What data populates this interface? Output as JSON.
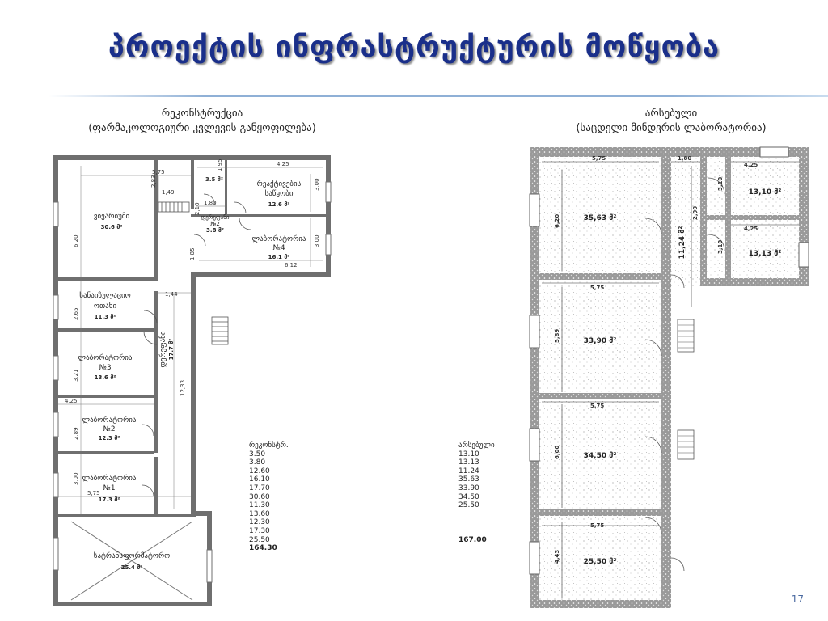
{
  "title": "პროექტის ინფრასტრუქტურის მოწყობა",
  "left": {
    "caption_line1": "რეკონსტრუქცია",
    "caption_line2": "(ფარმაკოლოგიური კვლევის განყოფილება)",
    "rooms": {
      "vivarium": {
        "name": "ვივარიუმი",
        "area": "30.6 მ²"
      },
      "reagents": {
        "name1": "რეაქტივების",
        "name2": "საწყობი",
        "area": "12.6 მ²"
      },
      "corridor2": {
        "name1": "დერეფანი",
        "name2": "№2",
        "area": "3.8 მ²"
      },
      "lab4": {
        "name1": "ლაბორატორია",
        "name2": "№4",
        "area": "16.1 მ²"
      },
      "sanitation": {
        "name1": "სანაიზულაციო",
        "name2": "ოთახი",
        "area": "11.3 მ²"
      },
      "corridor": {
        "name": "დერეფანი",
        "area": "17.7 მ²"
      },
      "lab3": {
        "name1": "ლაბორატორია",
        "name2": "№3",
        "area": "13.6 მ²"
      },
      "lab2": {
        "name1": "ლაბორატორია",
        "name2": "№2",
        "area": "12.3 მ²"
      },
      "lab1": {
        "name1": "ლაბორატორია",
        "name2": "№1",
        "area": "17.3 მ²"
      },
      "transformer": {
        "name": "სატრანსფორმატორო",
        "area": "25.4 მ²"
      }
    },
    "dims": [
      "5,75",
      "4,25",
      "3.5 მ²",
      "1,95",
      "2,83",
      "1,49",
      "3,00",
      "1,80",
      "2,10",
      "6,20",
      "1,85",
      "3,00",
      "6,12",
      "1,44",
      "2,65",
      "12,33",
      "3,21",
      "4,25",
      "2,89",
      "3,00",
      "5,75"
    ],
    "list_header": "რეკონსტრ.",
    "list": [
      "3.50",
      "3.80",
      "12.60",
      "16.10",
      "17.70",
      "30.60",
      "11.30",
      "13.60",
      "12.30",
      "17.30",
      "25.50"
    ],
    "list_total": "164.30"
  },
  "right": {
    "caption_line1": "არსებული",
    "caption_line2": "(საცდელი მინდვრის ლაბორატორია)",
    "rooms": [
      "35,63 მ²",
      "33,90 მ²",
      "34,50 მ²",
      "25,50 მ²",
      "13,10 მ²",
      "13,13 მ²",
      "11,24 მ²"
    ],
    "dims": [
      "5,75",
      "1,80",
      "4,25",
      "6,20",
      "3,10",
      "2,99",
      "4,25",
      "3,10",
      "5,75",
      "5,89",
      "5,75",
      "6,00",
      "5,75",
      "4,43"
    ],
    "list_header": "არსებული",
    "list": [
      "13.10",
      "13.13",
      "11.24",
      "35.63",
      "33.90",
      "34.50",
      "25.50"
    ],
    "list_total": "167.00"
  },
  "page_number": "17"
}
